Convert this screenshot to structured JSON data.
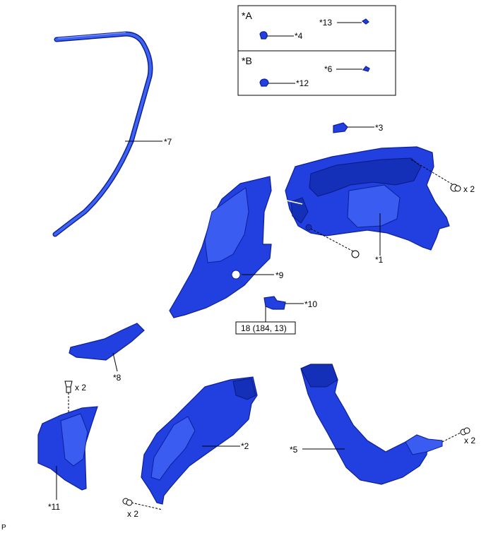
{
  "legend": {
    "A": {
      "title": "*A",
      "items": [
        "*13",
        "*4"
      ]
    },
    "B": {
      "title": "*B",
      "items": [
        "*6",
        "*12"
      ]
    }
  },
  "callouts": {
    "p1": "*1",
    "p2": "*2",
    "p3": "*3",
    "p5": "*5",
    "p7": "*7",
    "p8": "*8",
    "p9": "*9",
    "p10": "*10",
    "p11": "*11"
  },
  "quantities": {
    "q_right_top": "x 2",
    "q_left_clip": "x 2",
    "q_bottom_mid": "x 2",
    "q_bottom_right": "x 2"
  },
  "torque": "18 (184, 13)",
  "footer_code": "P",
  "colors": {
    "part": "#2240e0",
    "part_outline": "#0c1f9a",
    "line": "#000000"
  }
}
